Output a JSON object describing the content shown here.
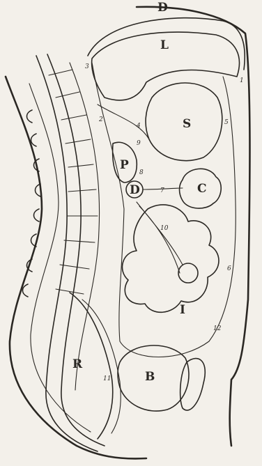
{
  "labels": {
    "diaphragm": "D",
    "liver": "L",
    "stomach": "S",
    "pancreas": "P",
    "duodenum": "D",
    "colon": "C",
    "intestine": "I",
    "rectum": "R",
    "bladder": "B"
  },
  "numbers": {
    "n1": "1",
    "n2": "2",
    "n3": "3",
    "n4": "4",
    "n5": "5",
    "n6": "6",
    "n7": "7",
    "n8": "8",
    "n9": "9",
    "n10": "10",
    "n11": "11",
    "n12": "12"
  }
}
